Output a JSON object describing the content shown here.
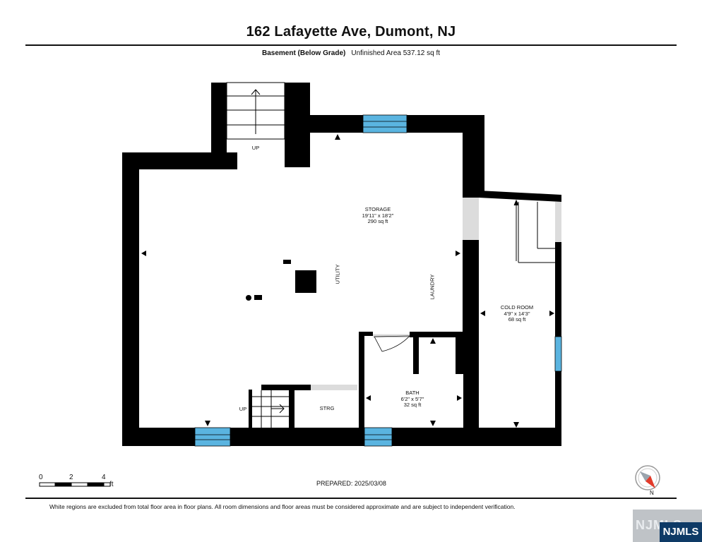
{
  "title": "162 Lafayette Ave, Dumont, NJ",
  "floor": {
    "name": "Basement (Below Grade)",
    "area": "Unfinished Area 537.12 sq ft"
  },
  "rooms": {
    "storage": {
      "name": "STORAGE",
      "dims": "19'11\" x 18'2\"",
      "area": "290 sq ft"
    },
    "cold_room": {
      "name": "COLD ROOM",
      "dims": "4'9\" x 14'3\"",
      "area": "68 sq ft"
    },
    "bath": {
      "name": "BATH",
      "dims": "6'2\" x 5'7\"",
      "area": "32 sq ft"
    }
  },
  "labels": {
    "stairs_top": "UP",
    "stairs_bottom": "UP",
    "utility": "UTILITY",
    "laundry": "LAUNDRY",
    "strg": "STRG"
  },
  "scale": {
    "ticks": [
      "0",
      "2",
      "4"
    ],
    "unit": "ft"
  },
  "prepared": "PREPARED: 2025/03/08",
  "compass": {
    "label": "N"
  },
  "disclaimer": "White regions are excluded from total floor area in floor plans. All room dimensions and floor areas must be considered approximate and are subject to independent verification.",
  "watermark": {
    "ghost": "NJMLS",
    "logo": "NJMLS"
  },
  "colors": {
    "wall": "#000000",
    "window": "#5ab4e0",
    "opening": "#dcdcdc"
  }
}
